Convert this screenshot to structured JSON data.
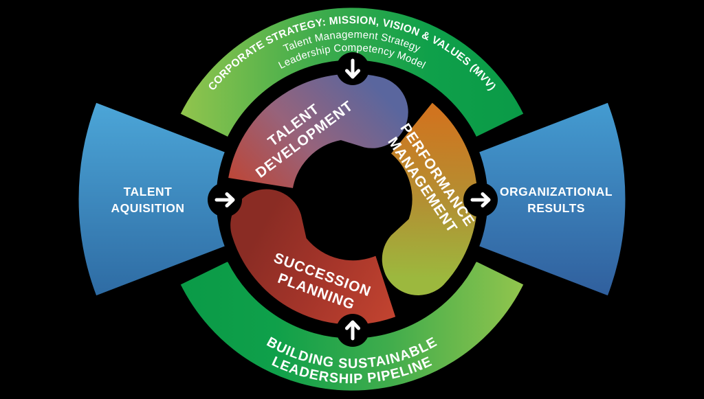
{
  "background_color": "#000000",
  "top_band": {
    "title": "CORPORATE STRATEGY: MISSION, VISION & VALUES (MVV)",
    "subtitle1": "Talent Management Strategy",
    "subtitle2": "Leadership Competency Model",
    "text_color": "#FFFFFF",
    "gradient": {
      "left": "#93C54D",
      "mid1": "#3FAC4C",
      "mid2": "#0FA04A",
      "right": "#0A9A47"
    }
  },
  "bottom_band": {
    "line1": "BUILDING SUSTAINABLE",
    "line2": "LEADERSHIP PIPELINE",
    "text_color": "#FFFFFF",
    "gradient": {
      "left": "#0A9A47",
      "mid1": "#0FA04A",
      "mid2": "#3FAC4C",
      "right": "#93C54D"
    }
  },
  "left_wedge": {
    "line1": "TALENT",
    "line2": "AQUISITION",
    "text_color": "#FFFFFF",
    "gradient": {
      "top": "#4CA6D8",
      "bottom": "#2E6BA3"
    }
  },
  "right_wedge": {
    "line1": "ORGANIZATIONAL",
    "line2": "RESULTS",
    "text_color": "#FFFFFF",
    "gradient": {
      "top": "#449CD1",
      "bottom": "#305F9D"
    }
  },
  "cycle": {
    "segments": [
      {
        "name": "talent-development",
        "line1": "TALENT",
        "line2": "DEVELOPMENT",
        "gradient": {
          "start": "#C14330",
          "mid": "#97637B",
          "end": "#5A669E"
        }
      },
      {
        "name": "performance-management",
        "line1": "PERFORMANCE",
        "line2": "MANAGEMENT",
        "gradient": {
          "start": "#D0741F",
          "mid": "#B29133",
          "end": "#9CB83E"
        }
      },
      {
        "name": "succession-planning",
        "line1": "SUCCESSION",
        "line2": "PLANNING",
        "gradient": {
          "start": "#8A2C24",
          "mid": "#A5352A",
          "end": "#C74631"
        }
      }
    ]
  },
  "arrows": {
    "notch_color": "#000000",
    "glyph_color": "#FFFFFF",
    "top_direction": "down",
    "bottom_direction": "up",
    "left_direction": "right",
    "right_direction": "right"
  }
}
